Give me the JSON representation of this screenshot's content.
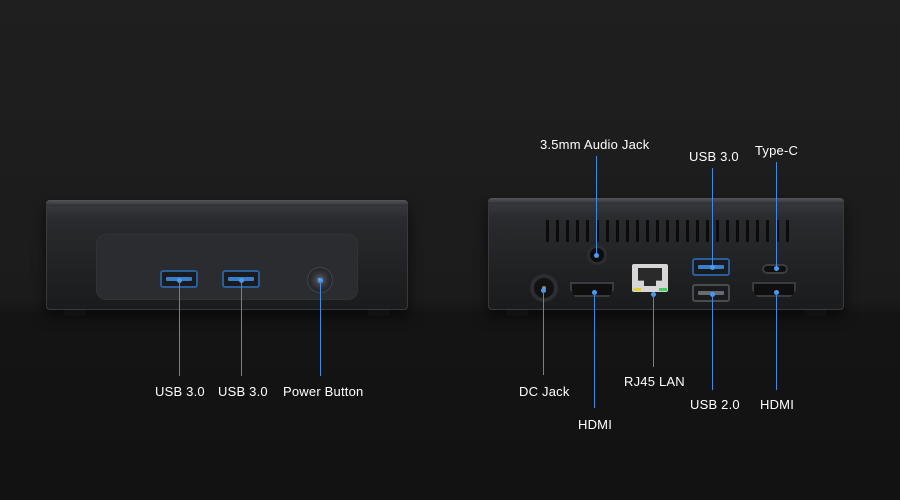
{
  "front": {
    "usb_left_label": "USB 3.0",
    "usb_right_label": "USB 3.0",
    "power_label": "Power Button"
  },
  "back": {
    "audio_label": "3.5mm Audio Jack",
    "usb3_label": "USB 3.0",
    "typec_label": "Type-C",
    "dc_label": "DC Jack",
    "hdmi_left_label": "HDMI",
    "rj45_label": "RJ45 LAN",
    "usb2_label": "USB 2.0",
    "hdmi_right_label": "HDMI"
  },
  "colors": {
    "callout_line": "#3f8be0",
    "background": "#1c1c1c"
  }
}
